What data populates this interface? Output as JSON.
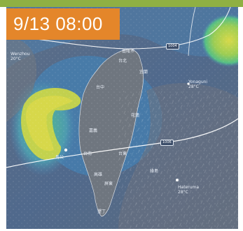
{
  "overlay": {
    "timestamp": "9/13 08:00"
  },
  "map_labels": [
    {
      "name": "label-wenzhou",
      "text": "Wenzhou\n20°C"
    },
    {
      "name": "label-keelung",
      "text": "基隆市"
    },
    {
      "name": "label-taipei",
      "text": "台北"
    },
    {
      "name": "label-yilan",
      "text": "宜蘭"
    },
    {
      "name": "label-taichung",
      "text": "台中"
    },
    {
      "name": "label-hualien",
      "text": "花蓮"
    },
    {
      "name": "label-taitung",
      "text": "台東"
    },
    {
      "name": "label-kaohsiung",
      "text": "高雄"
    },
    {
      "name": "label-pingtung",
      "text": "屏東"
    },
    {
      "name": "label-kenting",
      "text": "墾丁"
    },
    {
      "name": "label-yonaguni",
      "text": "Yonaguni\n28°C"
    },
    {
      "name": "label-hateruma",
      "text": "Hateruma\n28°C"
    },
    {
      "name": "label-chiayi",
      "text": "嘉義"
    },
    {
      "name": "label-tainan",
      "text": "台南"
    },
    {
      "name": "label-magong",
      "text": "馬公"
    },
    {
      "name": "label-ls",
      "text": "綠島"
    }
  ],
  "badges": [
    {
      "name": "isobar-label-1004-top",
      "text": "1004"
    },
    {
      "name": "isobar-label-1006-mid",
      "text": "1006"
    }
  ],
  "colors": {
    "ocean": "#5a6f8c",
    "wind_strong": "#cfd54a",
    "wind_moderate": "#58c083",
    "wind_light": "#3f7fb8",
    "land": "#7a7f86",
    "timestamp_bg": "#e4862a",
    "top_strip": "#8fb043"
  }
}
